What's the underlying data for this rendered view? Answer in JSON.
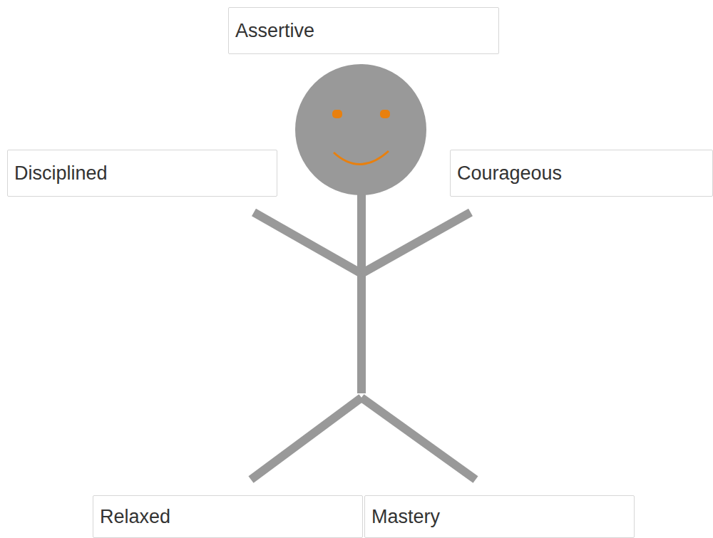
{
  "diagram": {
    "nodes": [
      {
        "text": [
          "Assertive"
        ]
      },
      {
        "text": [
          "Disciplined"
        ]
      },
      {
        "text": [
          "Courageous"
        ]
      },
      {
        "text": [
          "Relaxed"
        ]
      },
      {
        "text": [
          "Mastery"
        ]
      }
    ]
  }
}
